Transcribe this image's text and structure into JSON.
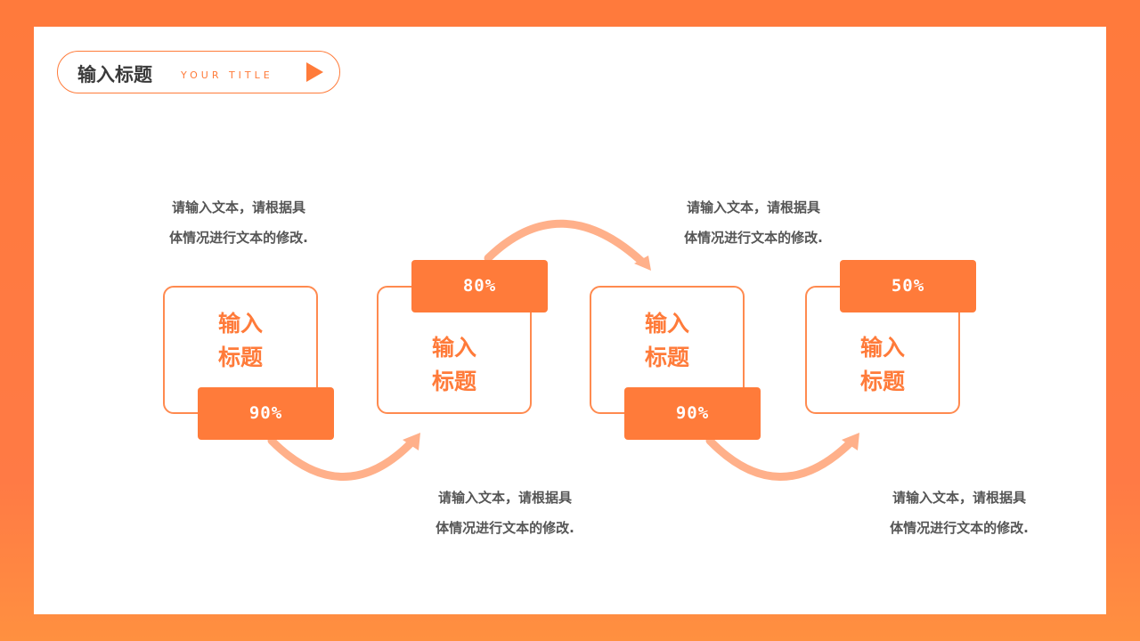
{
  "header": {
    "title": "输入标题",
    "subtitle": "YOUR TITLE",
    "icon": "play-triangle-icon"
  },
  "colors": {
    "accent": "#ff7b3a",
    "arrow": "#ffb08a",
    "text": "#555555"
  },
  "steps": [
    {
      "title_line1": "输入",
      "title_line2": "标题",
      "percent": "90%",
      "desc_line1": "请输入文本，请根据具",
      "desc_line2": "体情况进行文本的修改."
    },
    {
      "title_line1": "输入",
      "title_line2": "标题",
      "percent": "80%",
      "desc_line1": "请输入文本，请根据具",
      "desc_line2": "体情况进行文本的修改."
    },
    {
      "title_line1": "输入",
      "title_line2": "标题",
      "percent": "90%",
      "desc_line1": "请输入文本，请根据具",
      "desc_line2": "体情况进行文本的修改."
    },
    {
      "title_line1": "输入",
      "title_line2": "标题",
      "percent": "50%",
      "desc_line1": "请输入文本，请根据具",
      "desc_line2": "体情况进行文本的修改."
    }
  ]
}
